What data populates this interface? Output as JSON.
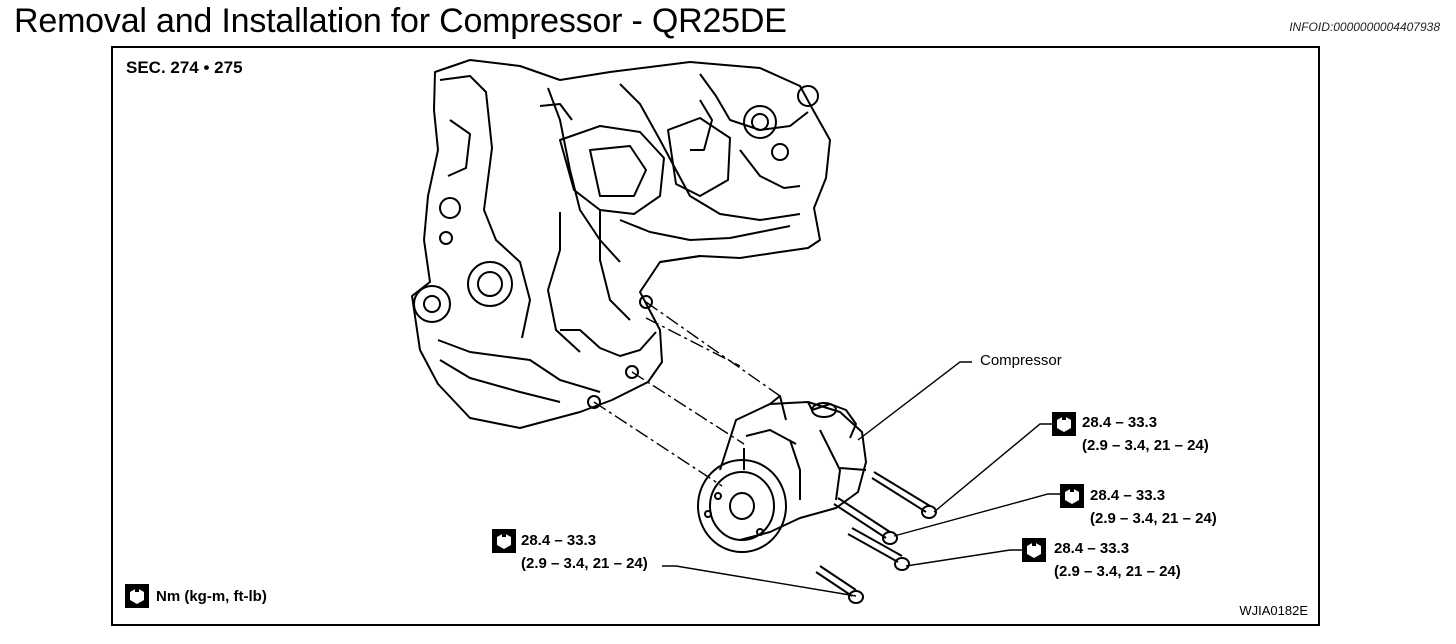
{
  "header": {
    "title": "Removal and Installation for Compressor - QR25DE",
    "info_id": "INFOID:0000000004407938"
  },
  "diagram": {
    "section": "SEC. 274 • 275",
    "component_label": "Compressor",
    "torque_specs": [
      {
        "value": "28.4 – 33.3",
        "conversion": "(2.9 – 3.4, 21 – 24)"
      },
      {
        "value": "28.4 – 33.3",
        "conversion": "(2.9 – 3.4, 21 – 24)"
      },
      {
        "value": "28.4 – 33.3",
        "conversion": "(2.9 – 3.4, 21 – 24)"
      },
      {
        "value": "28.4 – 33.3",
        "conversion": "(2.9 – 3.4, 21 – 24)"
      }
    ],
    "legend": "Nm (kg-m, ft-lb)",
    "figure_code": "WJIA0182E",
    "icons": [
      "torque-wrench-icon"
    ]
  }
}
